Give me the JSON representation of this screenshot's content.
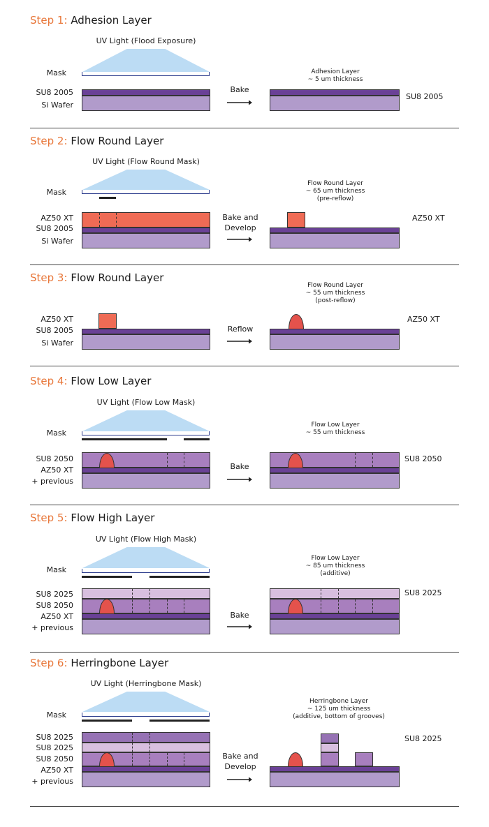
{
  "steps": [
    {
      "num": "Step 1:",
      "title": "Adhesion Layer",
      "uv": "UV Light (Flood Exposure)",
      "mask": "Mask",
      "layers": [
        "SU8 2005",
        "Si Wafer"
      ],
      "action": [
        "Bake"
      ],
      "note": [
        "Adhesion Layer",
        "~ 5 um thickness"
      ],
      "material": "SU8 2005"
    },
    {
      "num": "Step 2:",
      "title": "Flow Round Layer",
      "uv": "UV Light (Flow Round Mask)",
      "mask": "Mask",
      "layers": [
        "AZ50 XT",
        "SU8 2005",
        "Si Wafer"
      ],
      "action": [
        "Bake and",
        "Develop"
      ],
      "note": [
        "Flow Round Layer",
        "~ 65 um thickness",
        "(pre-reflow)"
      ],
      "material": "AZ50 XT"
    },
    {
      "num": "Step 3:",
      "title": "Flow Round Layer",
      "layers": [
        "AZ50 XT",
        "SU8 2005",
        "Si Wafer"
      ],
      "action": [
        "Reflow"
      ],
      "note": [
        "Flow Round Layer",
        "~ 55 um thickness",
        "(post-reflow)"
      ],
      "material": "AZ50 XT"
    },
    {
      "num": "Step 4:",
      "title": "Flow Low Layer",
      "uv": "UV Light (Flow Low Mask)",
      "mask": "Mask",
      "layers": [
        "SU8 2050",
        "AZ50 XT",
        "+ previous"
      ],
      "action": [
        "Bake"
      ],
      "note": [
        "Flow Low Layer",
        "~ 55 um thickness"
      ],
      "material": "SU8 2050"
    },
    {
      "num": "Step 5:",
      "title": "Flow High Layer",
      "uv": "UV Light (Flow High Mask)",
      "mask": "Mask",
      "layers": [
        "SU8 2025",
        "SU8 2050",
        "AZ50 XT",
        "+ previous"
      ],
      "action": [
        "Bake"
      ],
      "note": [
        "Flow Low Layer",
        "~ 85 um thickness",
        "(additive)"
      ],
      "material": "SU8 2025"
    },
    {
      "num": "Step 6:",
      "title": "Herringbone Layer",
      "uv": "UV Light (Herringbone Mask)",
      "mask": "Mask",
      "layers": [
        "SU8 2025",
        "SU8 2025",
        "SU8 2050",
        "AZ50 XT",
        "+ previous"
      ],
      "action": [
        "Bake and",
        "Develop"
      ],
      "note": [
        "Herringbone Layer",
        "~ 125 um thickness",
        "(additive, bottom of grooves)"
      ],
      "material": "SU8 2025"
    }
  ]
}
